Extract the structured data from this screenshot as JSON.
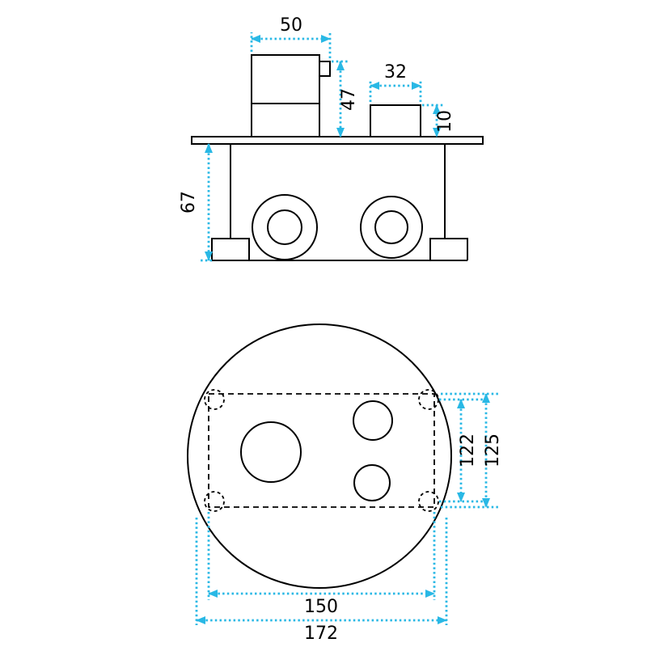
{
  "colors": {
    "accent": "#29B8E5",
    "line": "#000000",
    "background": "#FFFFFF"
  },
  "side_view": {
    "dims": {
      "knob_width": "50",
      "knob_height": "47",
      "spout_width": "32",
      "spout_height": "10",
      "box_depth": "67"
    }
  },
  "front_view": {
    "dims": {
      "hole_spacing_vertical": "122",
      "cutout_height": "125",
      "hole_spacing_horizontal": "150",
      "plate_diameter": "172"
    }
  }
}
